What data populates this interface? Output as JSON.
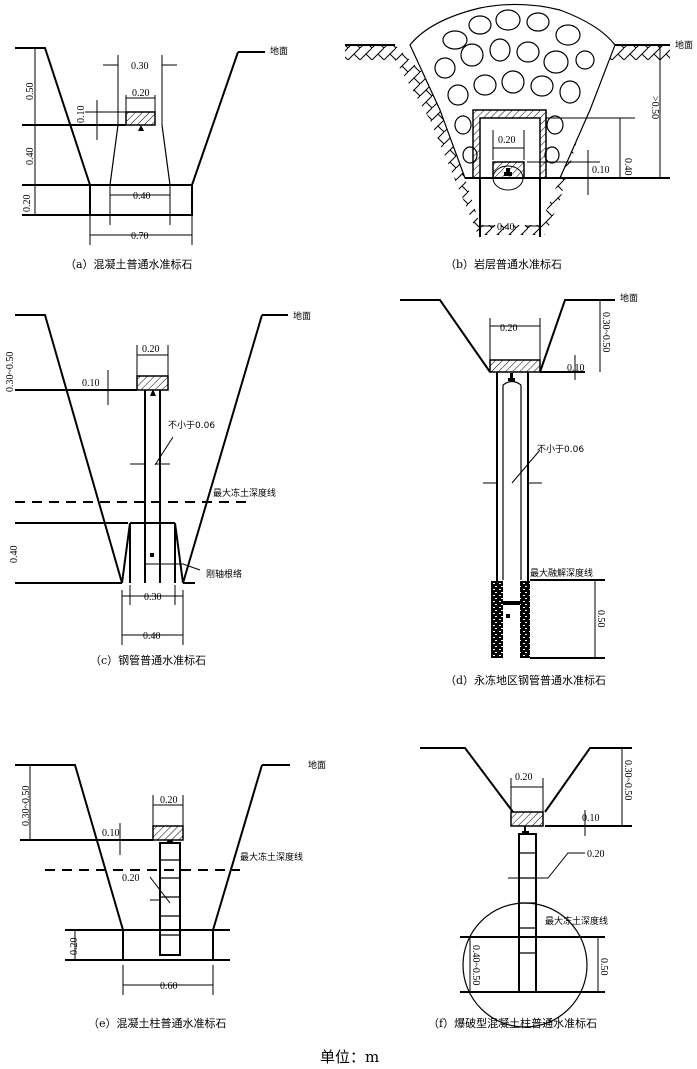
{
  "unit_label": "单位：m",
  "a": {
    "caption": "（a）混凝土普通水准标石",
    "ground": "地面",
    "d_030": "0.30",
    "d_020": "0.20",
    "d_050": "0.50",
    "d_010": "0.10",
    "d_040v": "0.40",
    "d_020v": "0.20",
    "d_040": "0.40",
    "d_070": "0.70"
  },
  "b": {
    "caption": "（b）岩层普通水准标石",
    "ground": "地面",
    "d_020": "0.20",
    "d_040v": "0.40",
    "d_gt050": ">0.50",
    "d_010": "0.10",
    "d_040": "0.40"
  },
  "c": {
    "caption": "（c）钢管普通水准标石",
    "ground": "地面",
    "d_030_050": "0.30~0.50",
    "d_020": "0.20",
    "d_010": "0.10",
    "min_thick": "不小于0.06",
    "frost_line": "最大冻土深度线",
    "d_040v": "0.40",
    "anchor": "刚轴根络",
    "d_030": "0.30",
    "d_040": "0.40"
  },
  "d": {
    "caption": "（d）永冻地区钢管普通水准标石",
    "ground": "地面",
    "d_020": "0.20",
    "d_030_050": "0.30~0.50",
    "d_010": "0.10",
    "min_thick": "不小于0.06",
    "thaw_line": "最大融解深度线",
    "d_050": "0.50"
  },
  "e": {
    "caption": "（e）混凝土柱普通水准标石",
    "ground": "地面",
    "d_030_050": "0.30~0.50",
    "d_020top": "0.20",
    "d_010": "0.10",
    "frost_line": "最大冻土深度线",
    "d_020col": "0.20",
    "d_020v": "0.20",
    "d_060": "0.60"
  },
  "f": {
    "caption": "（f）爆破型混凝土柱普通水准标石",
    "d_020top": "0.20",
    "d_030_050": "0.30~0.50",
    "d_010": "0.10",
    "d_020col": "0.20",
    "frost_line": "最大冻土深度线",
    "d_040_050": "0.40~0.50",
    "d_050": "0.50"
  }
}
